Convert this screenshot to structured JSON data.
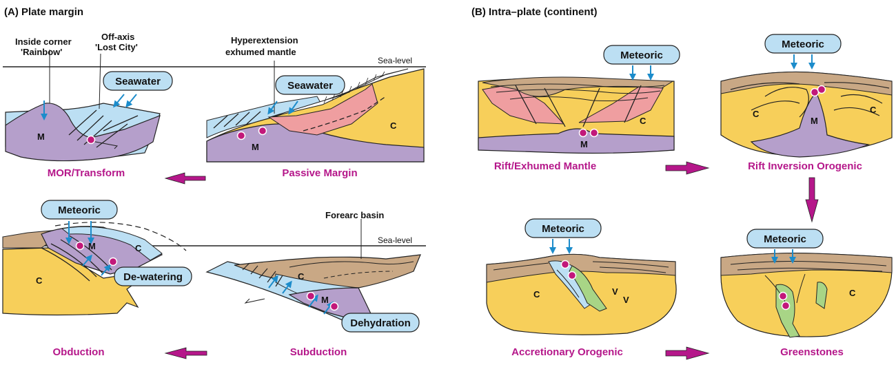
{
  "sections": {
    "a": "(A) Plate margin",
    "b": "(B) Intra–plate (continent)"
  },
  "captions": {
    "mor": "MOR/Transform",
    "passive": "Passive Margin",
    "obduction": "Obduction",
    "subduction": "Subduction",
    "rift": "Rift/Exhumed Mantle",
    "inversion": "Rift Inversion Orogenic",
    "accretionary": "Accretionary Orogenic",
    "greenstones": "Greenstones"
  },
  "labels": {
    "inside_corner": "Inside corner",
    "rainbow": "'Rainbow'",
    "off_axis": "Off-axis",
    "lost_city": "'Lost City'",
    "hyperextension": "Hyperextension",
    "exhumed_mantle": "exhumed mantle",
    "sea_level": "Sea-level",
    "forearc": "Forearc basin"
  },
  "fluids": {
    "seawater": "Seawater",
    "meteoric": "Meteoric",
    "dewatering": "De-watering",
    "dehydration": "Dehydration"
  },
  "units": {
    "mantle": "M",
    "crust": "C",
    "volcanic": "V"
  },
  "colors": {
    "mantle": "#b59fcb",
    "crust": "#f7cf5a",
    "seawater": "#bcdff3",
    "sediment": "#c9a885",
    "syn_rift": "#ef9ea0",
    "greenstone": "#a8d586",
    "vent": "#c2187a",
    "arrow_fluid": "#1c8ccb",
    "arrow_flow": "#b5178a",
    "caption": "#b5178a"
  }
}
